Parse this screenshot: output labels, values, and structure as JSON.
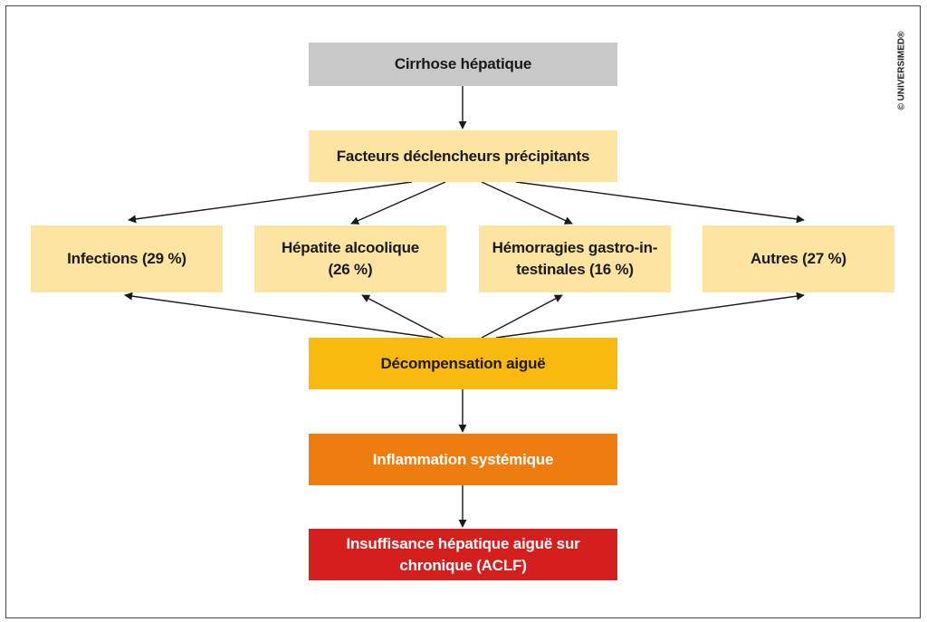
{
  "colors": {
    "grey": "#c8c8c8",
    "light_yellow": "#fde4a0",
    "yellow": "#f9b90f",
    "orange": "#ee7c0e",
    "red": "#d51f1f",
    "arrow": "#1a1a1a"
  },
  "nodes": {
    "cirrhose": {
      "lines": [
        "Cirrhose hépatique"
      ],
      "fill": "grey",
      "text_color": "#1a1a1a"
    },
    "facteurs": {
      "lines": [
        "Facteurs déclencheurs précipitants"
      ],
      "fill": "light_yellow",
      "text_color": "#1a1a1a"
    },
    "infections": {
      "lines": [
        "Infections (29 %)"
      ],
      "fill": "light_yellow",
      "text_color": "#1a1a1a"
    },
    "hepatite": {
      "lines": [
        "Hépatite alcoolique",
        "(26 %)"
      ],
      "fill": "light_yellow",
      "text_color": "#1a1a1a"
    },
    "hemorragies": {
      "lines": [
        "Hémorragies gastro-in-",
        "testinales (16 %)"
      ],
      "fill": "light_yellow",
      "text_color": "#1a1a1a"
    },
    "autres": {
      "lines": [
        "Autres (27 %)"
      ],
      "fill": "light_yellow",
      "text_color": "#1a1a1a"
    },
    "decomp": {
      "lines": [
        "Décompensation aiguë"
      ],
      "fill": "yellow",
      "text_color": "#1a1a1a"
    },
    "inflam": {
      "lines": [
        "Inflammation systémique"
      ],
      "fill": "orange",
      "text_color": "#ffffff"
    },
    "aclf": {
      "lines": [
        "Insuffisance hépatique aiguë sur",
        "chronique (ACLF)"
      ],
      "fill": "red",
      "text_color": "#ffffff"
    }
  },
  "edges": [
    {
      "from": "cirrhose",
      "to": "facteurs"
    },
    {
      "from": "facteurs",
      "to": "infections"
    },
    {
      "from": "facteurs",
      "to": "hepatite"
    },
    {
      "from": "facteurs",
      "to": "hemorragies"
    },
    {
      "from": "facteurs",
      "to": "autres"
    },
    {
      "from": "decomp",
      "to": "infections"
    },
    {
      "from": "decomp",
      "to": "hepatite"
    },
    {
      "from": "decomp",
      "to": "hemorragies"
    },
    {
      "from": "decomp",
      "to": "autres"
    },
    {
      "from": "decomp",
      "to": "inflam"
    },
    {
      "from": "inflam",
      "to": "aclf"
    }
  ],
  "copyright": "© UNIVERSIMED®"
}
